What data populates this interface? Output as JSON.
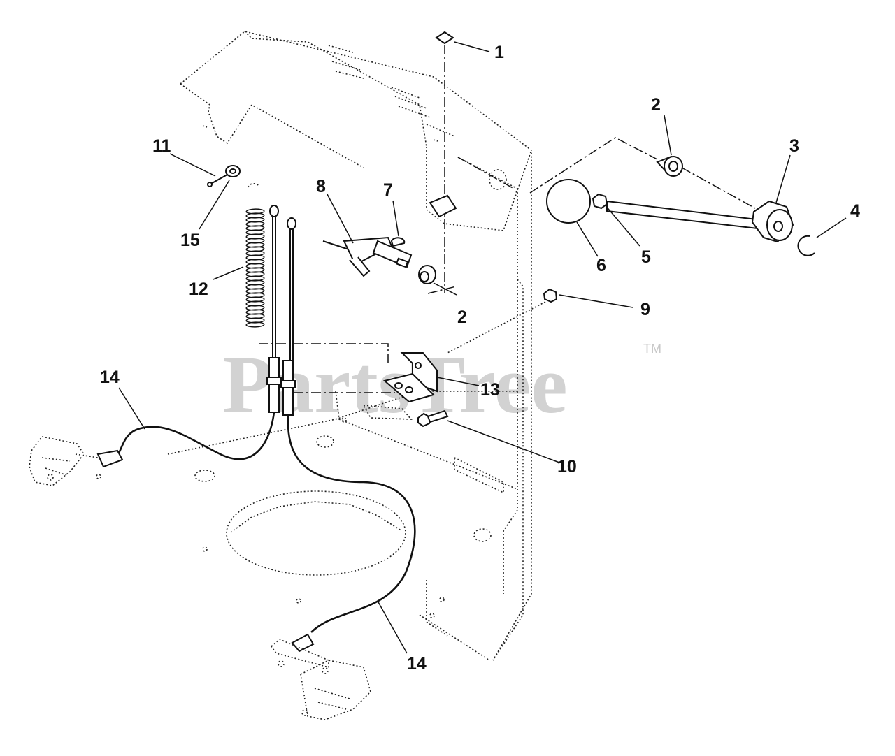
{
  "watermark": {
    "text": "PartsTree",
    "trademark": "TM"
  },
  "callouts": [
    {
      "id": "c1",
      "text": "1"
    },
    {
      "id": "c2a",
      "text": "2"
    },
    {
      "id": "c3",
      "text": "3"
    },
    {
      "id": "c4",
      "text": "4"
    },
    {
      "id": "c11",
      "text": "11"
    },
    {
      "id": "c8",
      "text": "8"
    },
    {
      "id": "c7",
      "text": "7"
    },
    {
      "id": "c15",
      "text": "15"
    },
    {
      "id": "c6",
      "text": "6"
    },
    {
      "id": "c5",
      "text": "5"
    },
    {
      "id": "c12",
      "text": "12"
    },
    {
      "id": "c2b",
      "text": "2"
    },
    {
      "id": "c9",
      "text": "9"
    },
    {
      "id": "c14a",
      "text": "14"
    },
    {
      "id": "c13",
      "text": "13"
    },
    {
      "id": "c10",
      "text": "10"
    },
    {
      "id": "c14b",
      "text": "14"
    }
  ]
}
